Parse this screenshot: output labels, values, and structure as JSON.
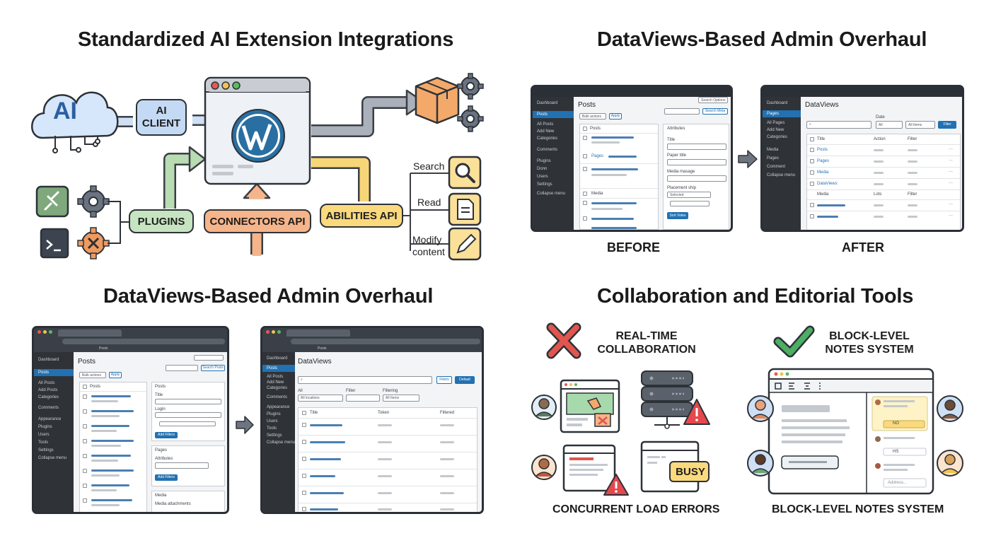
{
  "panels": {
    "ai": {
      "title": "Standardized AI Extension Integrations",
      "ai_cloud": "AI",
      "ai_client": "AI\nCLIENT",
      "plugins": "PLUGINS",
      "connectors": "CONNECTORS API",
      "abilities": "ABILITIES API",
      "search": "Search",
      "read": "Read",
      "modify": "Modify\ncontent",
      "colors": {
        "blue": "#dbe7f7",
        "green": "#d5ebd3",
        "orange": "#f7b98e",
        "yellow": "#fbe09a",
        "gray": "#8d96a3"
      },
      "icons": [
        "cloud-icon",
        "wordpress-logo-icon",
        "box-icon",
        "gear-icon",
        "plug-icon",
        "terminal-icon",
        "tools-gear-icon",
        "magnifier-icon",
        "document-icon",
        "pencil-icon"
      ]
    },
    "dv_top": {
      "title": "DataViews-Based Admin Overhaul",
      "before": "BEFORE",
      "after": "AFTER",
      "before_screen": {
        "sidebar": [
          "Dashboard",
          "Posts",
          "All Posts",
          "Add New",
          "Categories",
          "Comments",
          "Plugins",
          "Donn",
          "Users",
          "Settings",
          "Collapse menu"
        ],
        "heading": "Posts",
        "bulk": "Bulk actions",
        "apply": "Apply",
        "search": "Search Options",
        "search_btn": "Search Meta",
        "col_posts": "Posts",
        "pages": "Pages",
        "media": "Media",
        "right_panel": "Attributes",
        "fields": [
          "Title",
          "Paper title",
          "Media masage",
          "Placement ship"
        ],
        "select": "Selected",
        "save": "Sort Votes"
      },
      "after_screen": {
        "heading": "DataViews",
        "sidebar": [
          "Dashboard",
          "Pages",
          "All Pages",
          "Add New",
          "Categories",
          "Media",
          "Pages",
          "Comment",
          "Collapse menu"
        ],
        "label": "Date",
        "all": "All",
        "all_items": "All Items",
        "filter": "Filter",
        "columns": [
          "Title",
          "Action",
          "Filter"
        ],
        "rows": [
          "Posts",
          "Pages",
          "Media",
          "DataViews"
        ],
        "section": [
          "Media",
          "Lots",
          "Filter"
        ]
      }
    },
    "dv_bottom": {
      "title": "DataViews-Based Admin Overhaul",
      "left": {
        "tab": "Posts",
        "sidebar": [
          "Dashboard",
          "Posts",
          "All Posts",
          "Add Posts",
          "Categories",
          "Comments",
          "Appearance",
          "Plugins",
          "Users",
          "Tools",
          "Settings",
          "Collapse menu"
        ],
        "heading": "Posts",
        "bulk": "Bulk actions",
        "apply": "Apply",
        "search_btn": "Search Posts",
        "col": "Posts",
        "pane_posts": "Posts",
        "title_label": "Title",
        "login_label": "Login",
        "add_btn": "Add Filters",
        "pane_pages": "Pages",
        "attributes": "Attributes",
        "add_btn2": "Add Filters",
        "pane_media": "Media",
        "media_label": "Media attachments"
      },
      "right": {
        "tab": "Posts",
        "sidebar": [
          "Dashboard",
          "Posts",
          "All Posts",
          "Add New",
          "Categories",
          "Comments",
          "Appearance",
          "Plugins",
          "Users",
          "Tools",
          "Settings",
          "Collapse menu"
        ],
        "heading": "DataViews",
        "filters_btn": "Filters",
        "primary_btn": "Default",
        "labels": [
          "All",
          "Filter",
          "Filtering"
        ],
        "selects": [
          "All locations",
          "",
          "All Items"
        ],
        "columns": [
          "Title",
          "Token",
          "Filtered"
        ]
      }
    },
    "collab": {
      "title": "Collaboration and Editorial Tools",
      "left_label": "REAL-TIME\nCOLLABORATION",
      "right_label": "BLOCK-LEVEL\nNOTES SYSTEM",
      "busy": "BUSY",
      "left_caption": "CONCURRENT LOAD ERRORS",
      "right_caption": "BLOCK-LEVEL NOTES SYSTEM",
      "note1": "NO",
      "note2": "HS",
      "note_input": "Address...",
      "colors": {
        "x_red": "#e0564e",
        "check_green": "#4cae62",
        "warn_red": "#e5484d"
      }
    }
  }
}
